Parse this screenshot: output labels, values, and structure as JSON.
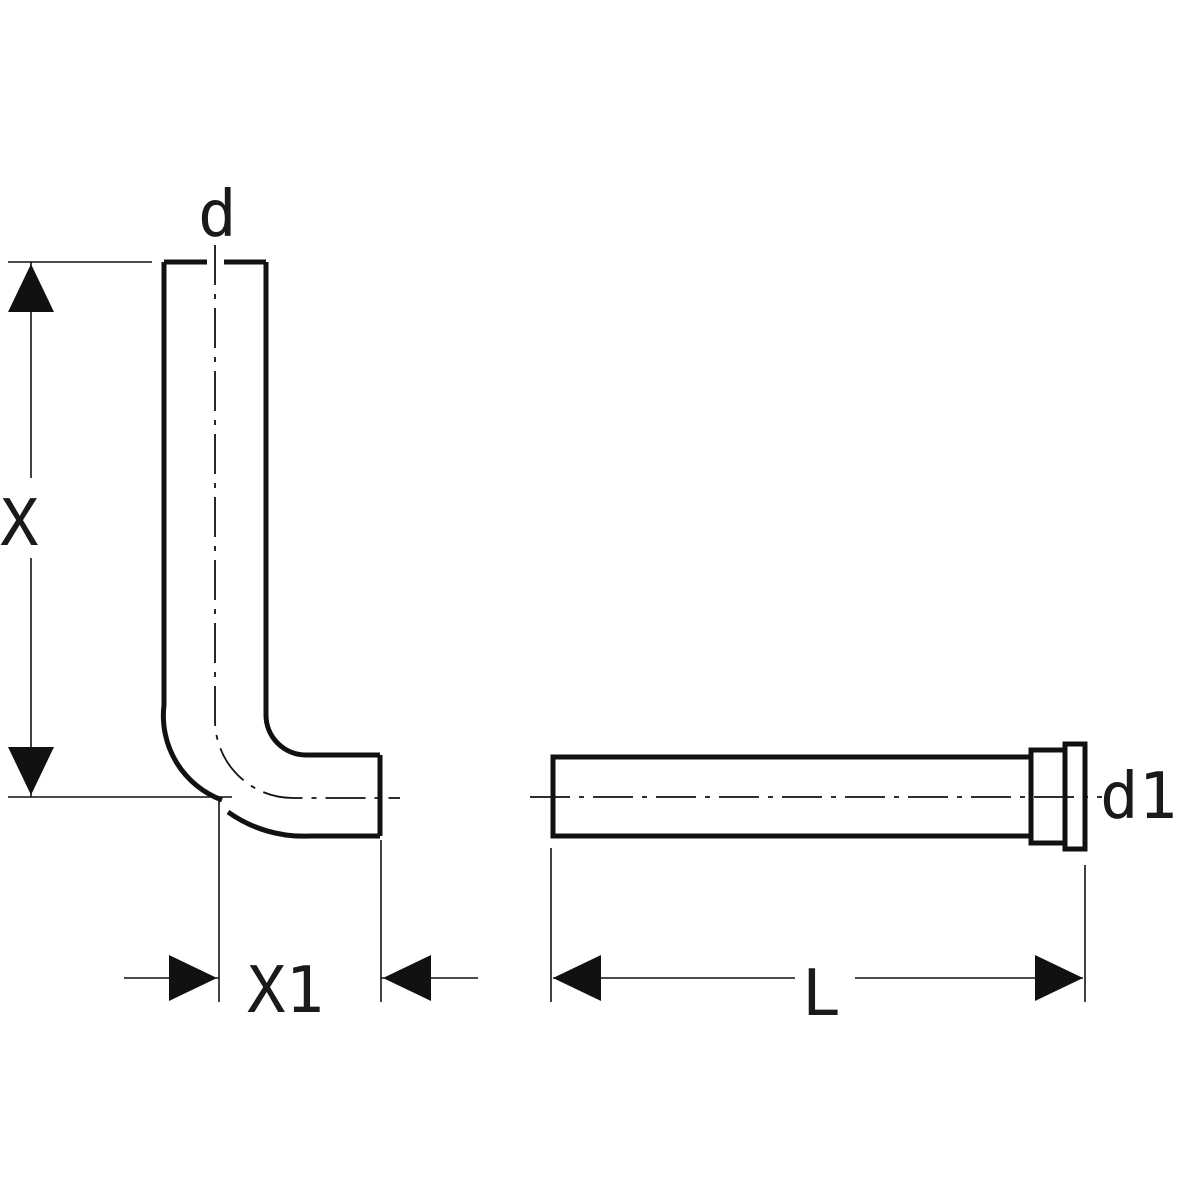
{
  "labels": {
    "d": "d",
    "x": "X",
    "x1": "X1",
    "d1": "d1",
    "l": "L"
  }
}
